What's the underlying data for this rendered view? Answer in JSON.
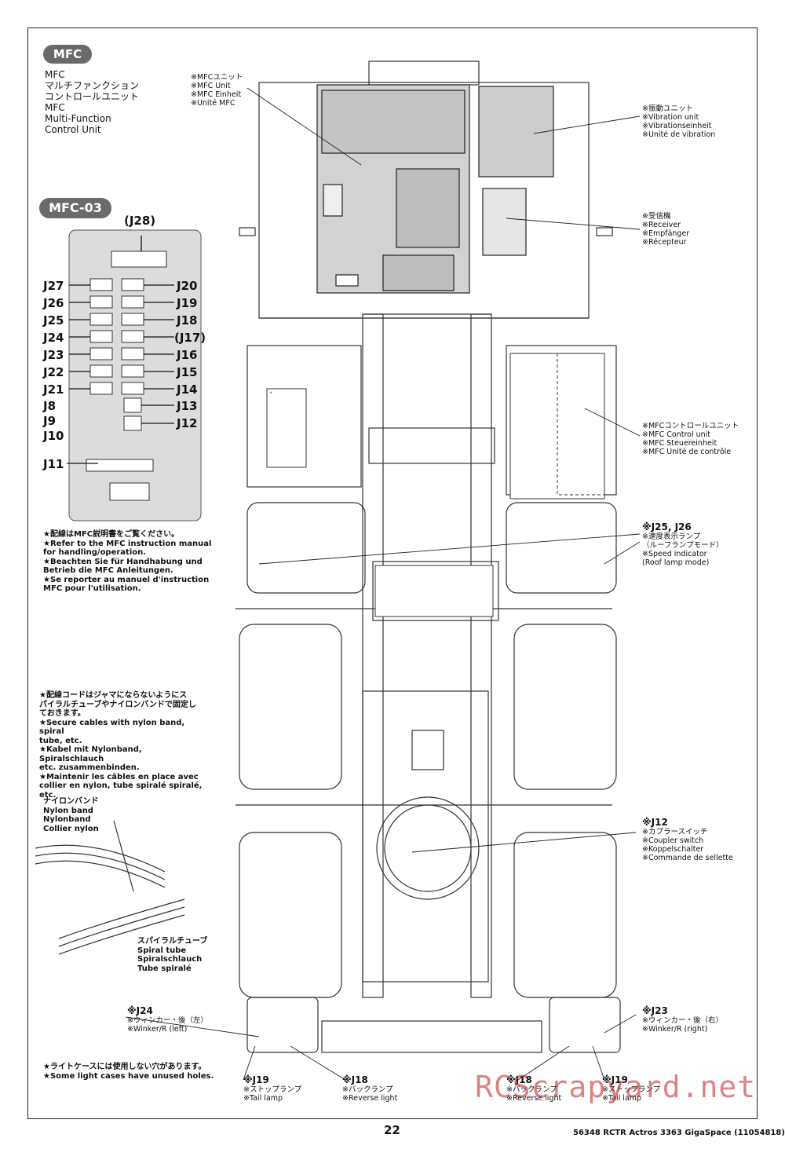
{
  "page_number": "22",
  "footer": "56348 RCTR Actros 3363 GigaSpace (11054818)",
  "watermark": "RCScrapyard.net",
  "mfc": {
    "badge": "MFC",
    "lines": [
      "MFC",
      "マルチファンクション",
      "コントロールユニット",
      "MFC",
      "Multi-Function",
      "Control Unit"
    ]
  },
  "mfc03": {
    "badge": "MFC-03",
    "j28": "(J28)",
    "left": [
      "J27",
      "J26",
      "J25",
      "J24",
      "J23",
      "J22",
      "J21",
      "J8",
      "J9",
      "J10",
      "J11"
    ],
    "right": [
      "J20",
      "J19",
      "J18",
      "(J17)",
      "J16",
      "J15",
      "J14",
      "J13",
      "J12"
    ]
  },
  "note_manual": [
    "★配線はMFC説明書をご覧ください。",
    "★Refer to the MFC instruction manual",
    "for handling/operation.",
    "★Beachten Sie für Handhabung und",
    "Betrieb die MFC Anleitungen.",
    "★Se reporter au manuel d'instruction",
    "MFC pour l'utilisation."
  ],
  "note_cables": [
    "★配線コードはジャマにならないようにス",
    "パイラルチューブやナイロンバンドで固定し",
    "ておきます。",
    "★Secure cables with nylon band, spiral",
    "tube, etc.",
    "★Kabel mit Nylonband, Spiralschlauch",
    "etc. zusammenbinden.",
    "★Maintenir les câbles en place avec",
    "collier en nylon, tube spiralé spiralé, etc."
  ],
  "nylon_band": [
    "ナイロンバンド",
    "Nylon band",
    "Nylonband",
    "Collier nylon"
  ],
  "spiral_tube": [
    "スパイラルチューブ",
    "Spiral tube",
    "Spiralschlauch",
    "Tube spiralé"
  ],
  "note_holes": [
    "★ライトケースには使用しない穴があります。",
    "★Some light cases have unused holes."
  ],
  "callouts": {
    "mfc_unit": [
      "※MFCユニット",
      "※MFC Unit",
      "※MFC Einheit",
      "※Unité MFC"
    ],
    "vibration": [
      "※振動ユニット",
      "※Vibration unit",
      "※Vibrationseinheit",
      "※Unité de vibration"
    ],
    "receiver": [
      "※受信機",
      "※Receiver",
      "※Empfänger",
      "※Récepteur"
    ],
    "control_unit": [
      "※MFCコントロールユニット",
      "※MFC Control unit",
      "※MFC Steuereinheit",
      "※MFC Unité de contrôle"
    ],
    "j25_j26": [
      "※J25, J26",
      "※速度表示ランプ",
      "（ルーフランプモード）",
      "※Speed indicator",
      "(Roof lamp mode)"
    ],
    "j12": [
      "※J12",
      "※カプラースイッチ",
      "※Coupler switch",
      "※Koppelschalter",
      "※Commande de sellette"
    ],
    "j24": [
      "※J24",
      "※ウィンカー・後（左）",
      "※Winker/R (left)"
    ],
    "j23": [
      "※J23",
      "※ウィンカー・後（右）",
      "※Winker/R (right)"
    ],
    "j19_left": [
      "※J19",
      "※ストップランプ",
      "※Tail lamp"
    ],
    "j18_left": [
      "※J18",
      "※バックランプ",
      "※Reverse light"
    ],
    "j18_right": [
      "※J18",
      "※バックランプ",
      "※Reverse light"
    ],
    "j19_right": [
      "※J19",
      "※ストップランプ",
      "※Tail lamp"
    ]
  }
}
